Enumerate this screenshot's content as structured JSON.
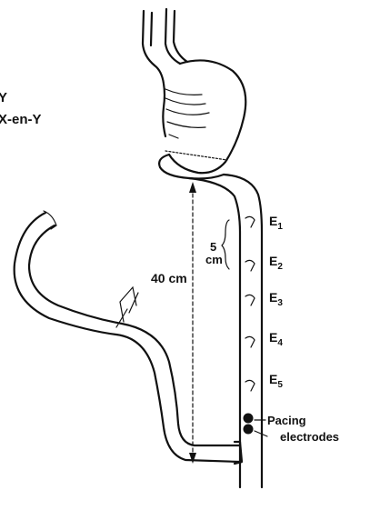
{
  "title_lines": [
    "Y",
    "X-en-Y"
  ],
  "measure_long": "40 cm",
  "measure_short": [
    "5",
    "cm"
  ],
  "electrodes": [
    {
      "letter": "E",
      "sub": "1"
    },
    {
      "letter": "E",
      "sub": "2"
    },
    {
      "letter": "E",
      "sub": "3"
    },
    {
      "letter": "E",
      "sub": "4"
    },
    {
      "letter": "E",
      "sub": "5"
    }
  ],
  "pacing_label": [
    "Pacing",
    "electrodes"
  ]
}
